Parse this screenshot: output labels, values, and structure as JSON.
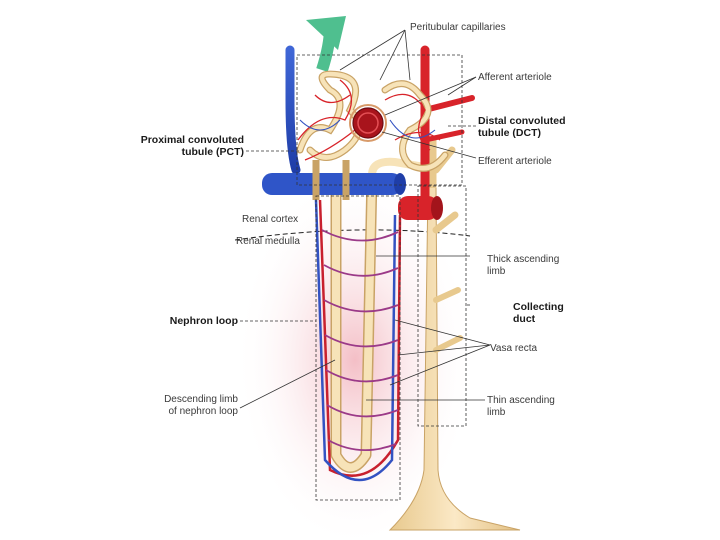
{
  "labels": {
    "peritubular_capillaries": "Peritubular capillaries",
    "afferent_arteriole": "Afferent arteriole",
    "distal_convoluted_line1": "Distal convoluted",
    "distal_convoluted_line2": "tubule (DCT)",
    "efferent_arteriole": "Efferent arteriole",
    "proximal_convoluted_line1": "Proximal convoluted",
    "proximal_convoluted_line2": "tubule (PCT)",
    "renal_cortex": "Renal cortex",
    "renal_medulla": "Renal medulla",
    "thick_ascending_line1": "Thick ascending",
    "thick_ascending_line2": "limb",
    "collecting_duct_line1": "Collecting",
    "collecting_duct_line2": "duct",
    "nephron_loop": "Nephron loop",
    "vasa_recta": "Vasa recta",
    "descending_limb_line1": "Descending limb",
    "descending_limb_line2": "of nephron loop",
    "thin_ascending_line1": "Thin ascending",
    "thin_ascending_line2": "limb"
  },
  "colors": {
    "artery": "#d8232a",
    "vein": "#2f55c8",
    "tubule": "#f3dcae",
    "tubule_outline": "#c9a366",
    "medulla_glow": "#f3b7bf",
    "arrow": "#4fbf8f"
  }
}
